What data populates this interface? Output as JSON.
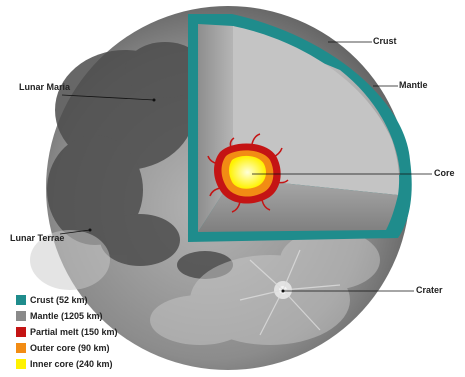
{
  "labels": {
    "crust": "Crust",
    "mantle": "Mantle",
    "core": "Core",
    "crater": "Crater",
    "lunar_maria": "Lunar Maria",
    "lunar_terrae": "Lunar Terrae"
  },
  "legend": [
    {
      "label": "Crust (52 km)",
      "color": "#1f8c8c"
    },
    {
      "label": "Mantle (1205 km)",
      "color": "#8a8a8a"
    },
    {
      "label": "Partial melt (150 km)",
      "color": "#c41414"
    },
    {
      "label": "Outer core (90 km)",
      "color": "#f28c14"
    },
    {
      "label": "Inner core (240 km)",
      "color": "#fff200"
    }
  ],
  "colors": {
    "crust": "#1f8c8c",
    "mantle_light": "#bdbdbd",
    "mantle_dark": "#7d7d7d",
    "partial_melt": "#c41414",
    "outer_core": "#f28c14",
    "inner_core": "#fff29a",
    "moon_base": "#9a9a9a",
    "maria": "#4a4a4a"
  }
}
